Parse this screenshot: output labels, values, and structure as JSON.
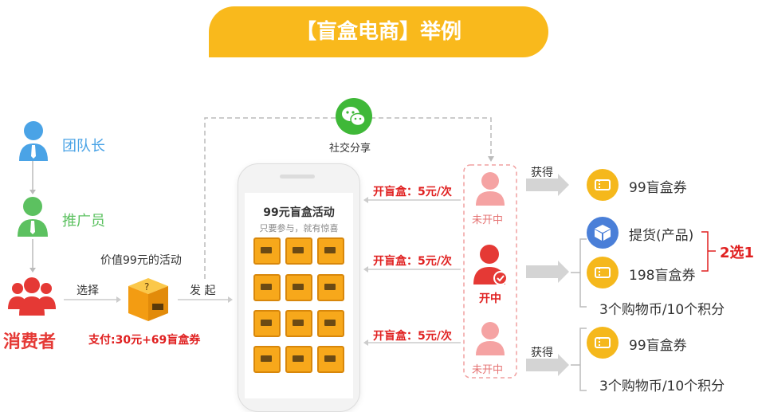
{
  "title": "【盲盒电商】举例",
  "roles": {
    "leader": "团队长",
    "promoter": "推广员",
    "consumer": "消费者"
  },
  "flow": {
    "select": "选择",
    "launch": "发 起",
    "activity_value": "价值99元的活动",
    "payment": "支付:30元+69盲盒券",
    "social_share": "社交分享"
  },
  "phone": {
    "title": "99元盲盒活动",
    "subtitle": "只要参与，就有惊喜",
    "box_count": 12
  },
  "open_rows": [
    {
      "price": "开盲盒：5元/次",
      "status": "未开中"
    },
    {
      "price": "开盲盒：5元/次",
      "status": "开中"
    },
    {
      "price": "开盲盒：5元/次",
      "status": "未开中"
    }
  ],
  "rewards": {
    "get_label_1": "获得",
    "get_label_2": "获得",
    "top": "99盲盒券",
    "mid_product": "提货(产品)",
    "mid_coupon": "198盲盒券",
    "mid_points": "3个购物币/10个积分",
    "choose": "2选1",
    "bottom_coupon": "99盲盒券",
    "bottom_points": "3个购物币/10个积分"
  },
  "colors": {
    "banner": "#f9b91c",
    "blue": "#4aa3e6",
    "green": "#5cc160",
    "red": "#e53935",
    "coin": "#f5b81c"
  }
}
